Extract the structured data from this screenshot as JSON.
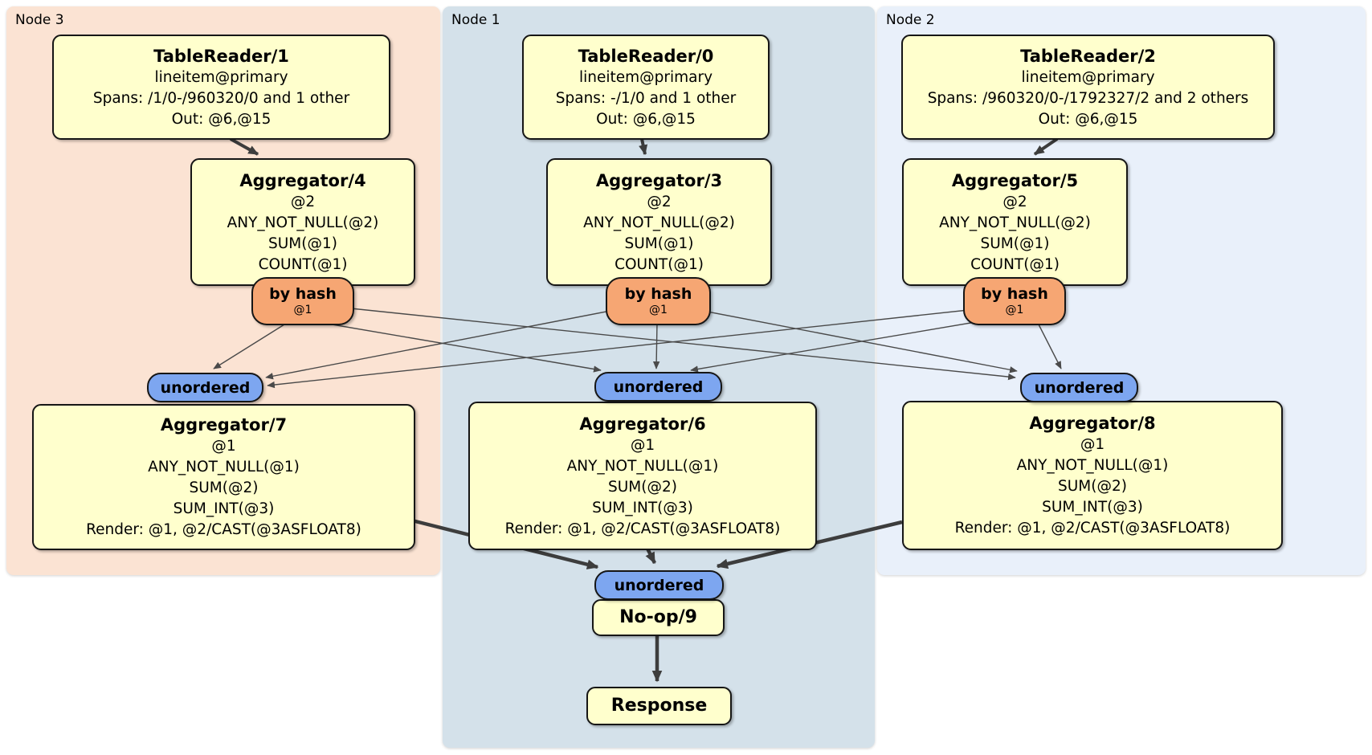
{
  "groups": {
    "node3": {
      "label": "Node 3"
    },
    "node1": {
      "label": "Node 1"
    },
    "node2": {
      "label": "Node 2"
    }
  },
  "nodes": {
    "tr1": {
      "title": "TableReader/1",
      "lines": [
        "lineitem@primary",
        "Spans: /1/0-/960320/0 and 1 other",
        "Out: @6,@15"
      ]
    },
    "tr0": {
      "title": "TableReader/0",
      "lines": [
        "lineitem@primary",
        "Spans: -/1/0 and 1 other",
        "Out: @6,@15"
      ]
    },
    "tr2": {
      "title": "TableReader/2",
      "lines": [
        "lineitem@primary",
        "Spans: /960320/0-/1792327/2 and 2 others",
        "Out: @6,@15"
      ]
    },
    "agg4": {
      "title": "Aggregator/4",
      "lines": [
        "@2",
        "ANY_NOT_NULL(@2)",
        "SUM(@1)",
        "COUNT(@1)"
      ]
    },
    "agg3": {
      "title": "Aggregator/3",
      "lines": [
        "@2",
        "ANY_NOT_NULL(@2)",
        "SUM(@1)",
        "COUNT(@1)"
      ]
    },
    "agg5": {
      "title": "Aggregator/5",
      "lines": [
        "@2",
        "ANY_NOT_NULL(@2)",
        "SUM(@1)",
        "COUNT(@1)"
      ]
    },
    "agg7": {
      "title": "Aggregator/7",
      "lines": [
        "@1",
        "ANY_NOT_NULL(@1)",
        "SUM(@2)",
        "SUM_INT(@3)",
        "Render: @1, @2/CAST(@3ASFLOAT8)"
      ]
    },
    "agg6": {
      "title": "Aggregator/6",
      "lines": [
        "@1",
        "ANY_NOT_NULL(@1)",
        "SUM(@2)",
        "SUM_INT(@3)",
        "Render: @1, @2/CAST(@3ASFLOAT8)"
      ]
    },
    "agg8": {
      "title": "Aggregator/8",
      "lines": [
        "@1",
        "ANY_NOT_NULL(@1)",
        "SUM(@2)",
        "SUM_INT(@3)",
        "Render: @1, @2/CAST(@3ASFLOAT8)"
      ]
    },
    "noop": {
      "title": "No-op/9"
    },
    "response": {
      "title": "Response"
    }
  },
  "routers": {
    "left": {
      "label": "by hash",
      "detail": "@1"
    },
    "center": {
      "label": "by hash",
      "detail": "@1"
    },
    "right": {
      "label": "by hash",
      "detail": "@1"
    }
  },
  "syncs": {
    "left": {
      "label": "unordered"
    },
    "center": {
      "label": "unordered"
    },
    "right": {
      "label": "unordered"
    },
    "final": {
      "label": "unordered"
    }
  },
  "colors": {
    "group_node3": "#fbe3d3",
    "group_node1": "#d4e1ea",
    "group_node2": "#e9f0fa",
    "node_fill": "#ffffcd",
    "router_fill": "#f6a673",
    "sync_fill": "#7da6f0",
    "border": "#161616",
    "edge_thin": "#4a4a4a",
    "edge_thick": "#3d3d3d"
  }
}
